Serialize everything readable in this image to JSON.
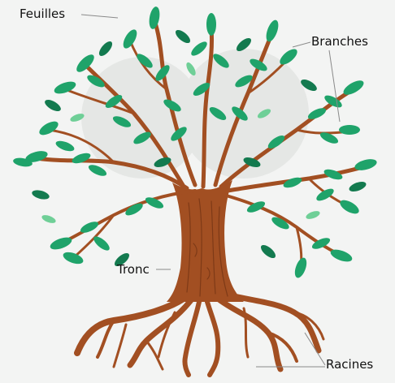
{
  "labels": {
    "leaves": "Feuilles",
    "branches": "Branches",
    "trunk": "Tronc",
    "roots": "Racines"
  },
  "colors": {
    "background": "#f3f4f3",
    "halo": "#e4e6e4",
    "trunk": "#a24f22",
    "trunk_dark": "#7e3a17",
    "leaf": "#1fa36a",
    "leaf_dark": "#137a4f",
    "leaf_light": "#6fcf97",
    "leader_line": "#8a8a8a"
  }
}
